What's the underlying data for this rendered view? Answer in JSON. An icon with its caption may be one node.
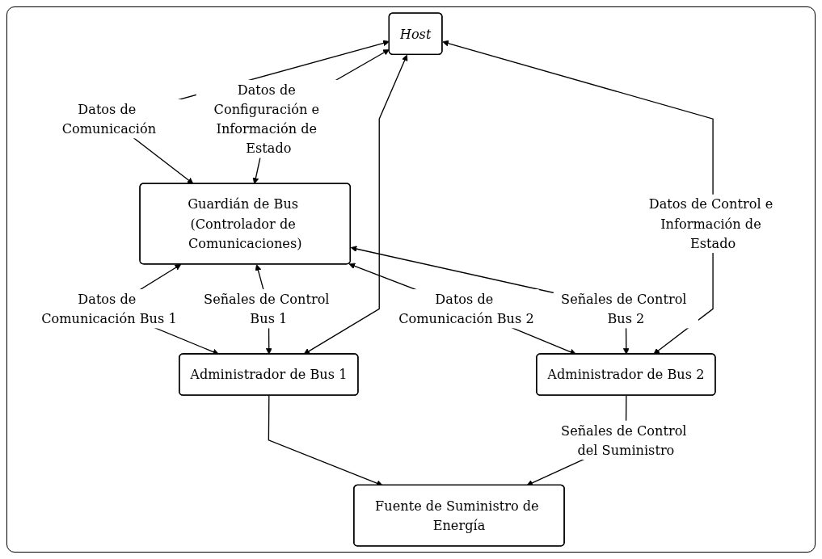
{
  "diagram": {
    "nodes": [
      {
        "text": [
          "Host"
        ]
      },
      {
        "text": [
          "Guardián de Bus (Controlador de Comunicaciones)"
        ]
      },
      {
        "text": [
          "Administrador de Bus 1"
        ]
      },
      {
        "text": [
          "Administrador de Bus 2"
        ]
      },
      {
        "text": [
          "Fuente de Suministro de Energía"
        ]
      }
    ],
    "edges": [
      {
        "from": 0,
        "to": 1,
        "arrow": "both",
        "label": "Datos de Comunicación"
      },
      {
        "from": 0,
        "to": 1,
        "arrow": "both",
        "label": "Datos de Configuración e Información de Estado"
      },
      {
        "from": 1,
        "to": 2,
        "arrow": "both",
        "label": "Datos de Comunicación Bus 1"
      },
      {
        "from": 1,
        "to": 2,
        "arrow": "both",
        "label": "Señales de Control Bus 1"
      },
      {
        "from": 1,
        "to": 3,
        "arrow": "both",
        "label": "Datos de Comunicación Bus 2"
      },
      {
        "from": 1,
        "to": 3,
        "arrow": "both",
        "label": "Señales de Control Bus 2"
      },
      {
        "from": 0,
        "to": 2,
        "arrow": "both"
      },
      {
        "from": 0,
        "to": 3,
        "arrow": "both",
        "label": "Datos de Control e Información de Estado"
      },
      {
        "from": 2,
        "to": 4,
        "arrow": "to"
      },
      {
        "from": 3,
        "to": 4,
        "arrow": "to",
        "label": "Señales de Control del Suministro"
      }
    ]
  }
}
